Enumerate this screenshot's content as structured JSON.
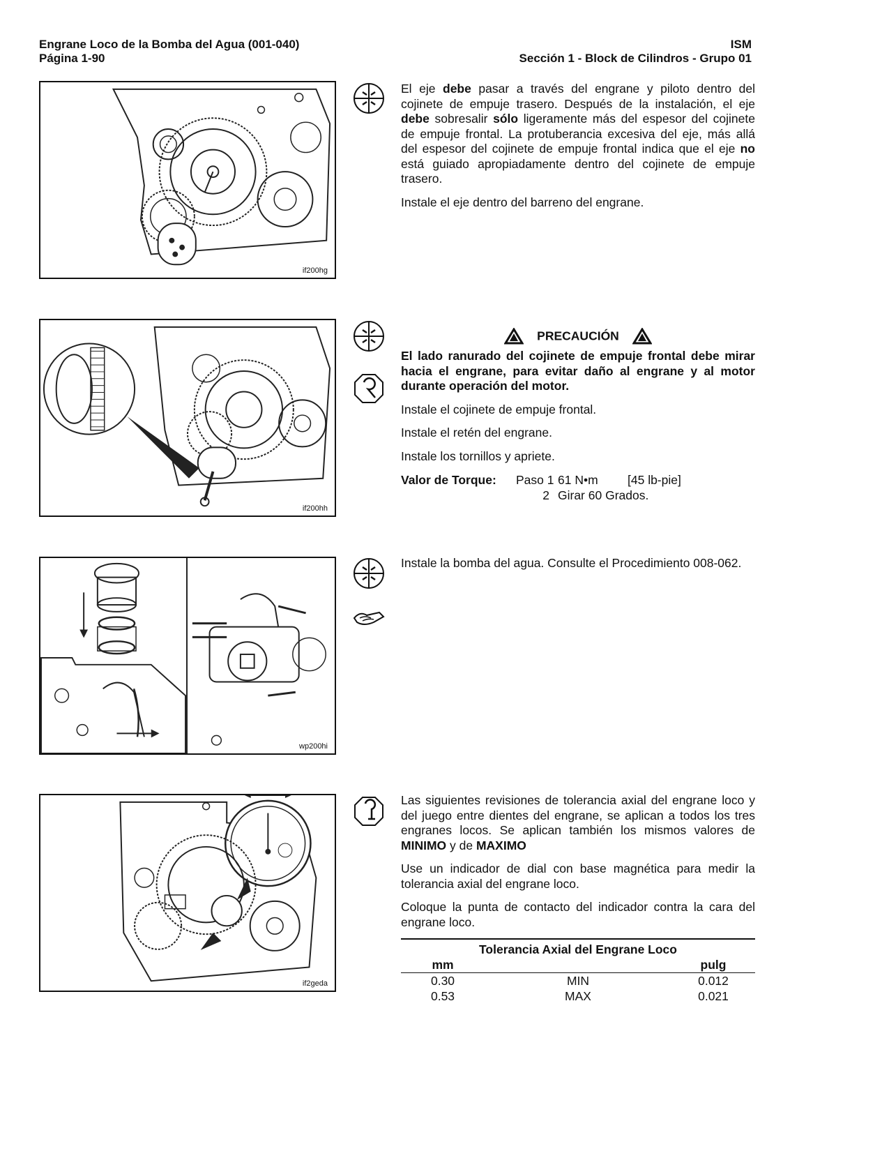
{
  "header": {
    "title": "Engrane Loco de la Bomba del Agua (001-040)",
    "page": "Página 1-90",
    "product": "ISM",
    "section": "Sección 1 - Block de Cilindros - Grupo 01"
  },
  "figures": [
    {
      "label": "if200hg"
    },
    {
      "label": "if200hh"
    },
    {
      "label": "wp200hi"
    },
    {
      "label": "if2geda"
    }
  ],
  "icons": [
    "assembly-icon",
    "assembly-icon",
    "torque-wrench-icon",
    "assembly-icon",
    "sealant-icon",
    "measure-icon"
  ],
  "step1": {
    "paragraph1": [
      {
        "text": "El eje ",
        "bold": false
      },
      {
        "text": "debe",
        "bold": true
      },
      {
        "text": " pasar a través del engrane y piloto dentro del cojinete de empuje trasero. Después de la instalación, el eje ",
        "bold": false
      },
      {
        "text": "debe",
        "bold": true
      },
      {
        "text": " sobresalir ",
        "bold": false
      },
      {
        "text": "sólo",
        "bold": true
      },
      {
        "text": " ligeramente más del espesor del cojinete de empuje frontal. La protuberancia excesiva del eje, más allá del espesor del cojinete de empuje frontal indica que el eje ",
        "bold": false
      },
      {
        "text": "no",
        "bold": true
      },
      {
        "text": " está guiado apropiadamente dentro del cojinete de empuje trasero.",
        "bold": false
      }
    ],
    "paragraph2": "Instale el eje dentro del barreno del engrane."
  },
  "step2": {
    "caution_title": "PRECAUCIÓN",
    "caution_body": "El lado ranurado del cojinete de empuje frontal debe mirar hacia el engrane, para evitar daño al engrane y al motor durante operación del motor.",
    "line1": "Instale el cojinete de empuje frontal.",
    "line2": "Instale el retén del engrane.",
    "line3": "Instale los tornillos y apriete.",
    "torque": {
      "label": "Valor de Torque:",
      "step1_label": "Paso 1",
      "step1_value": "61 N•m",
      "step1_alt": "[45  lb-pie]",
      "step2_label": "2",
      "step2_value": "Girar 60 Grados."
    }
  },
  "step3": {
    "text": "Instale la bomba del agua. Consulte el Procedimiento 008-062."
  },
  "step4": {
    "paragraph1": [
      {
        "text": "Las siguientes revisiones de tolerancia axial del engrane loco y del juego entre dientes del engrane, se aplican a todos los tres engranes locos. Se aplican también los mismos valores de ",
        "bold": false
      },
      {
        "text": "MINIMO",
        "bold": true
      },
      {
        "text": " y de ",
        "bold": false
      },
      {
        "text": "MAXIMO",
        "bold": true
      }
    ],
    "paragraph2": "Use un indicador de dial con base magnética para medir la tolerancia axial del engrane loco.",
    "paragraph3": "Coloque la punta de contacto del indicador contra la cara del engrane loco.",
    "table": {
      "caption": "Tolerancia Axial del Engrane Loco",
      "col_mm": "mm",
      "col_in": "pulg",
      "rows": [
        {
          "mm": "0.30",
          "label": "MIN",
          "in": "0.012"
        },
        {
          "mm": "0.53",
          "label": "MAX",
          "in": "0.021"
        }
      ]
    }
  }
}
